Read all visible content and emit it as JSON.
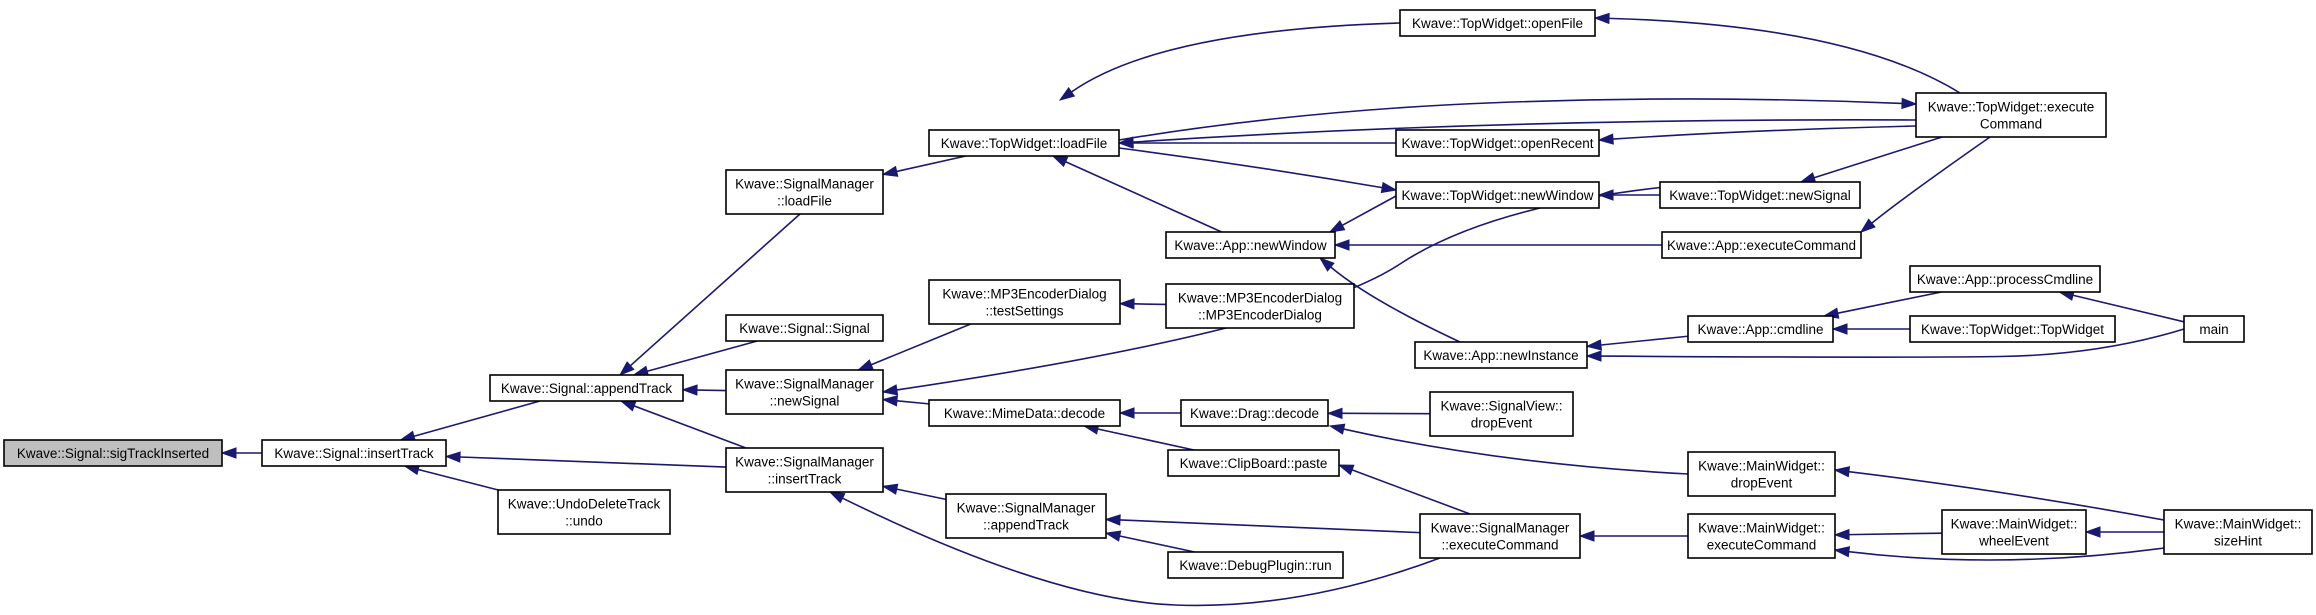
{
  "colors": {
    "edge": "#191970",
    "node_border": "#000000",
    "root_fill": "#bfbfbf",
    "node_fill": "#ffffff",
    "background": "#ffffff"
  },
  "nodes": {
    "sigTrackInserted": {
      "lines": [
        "Kwave::Signal::sigTrackInserted"
      ],
      "root": true
    },
    "insertTrack": {
      "lines": [
        "Kwave::Signal::insertTrack"
      ]
    },
    "appendTrack": {
      "lines": [
        "Kwave::Signal::appendTrack"
      ]
    },
    "undoDeleteTrack": {
      "lines": [
        "Kwave::UndoDeleteTrack",
        "::undo"
      ]
    },
    "smLoadFile": {
      "lines": [
        "Kwave::SignalManager",
        "::loadFile"
      ]
    },
    "signalSignal": {
      "lines": [
        "Kwave::Signal::Signal"
      ]
    },
    "smNewSignal": {
      "lines": [
        "Kwave::SignalManager",
        "::newSignal"
      ]
    },
    "smInsertTrack": {
      "lines": [
        "Kwave::SignalManager",
        "::insertTrack"
      ]
    },
    "twLoadFile": {
      "lines": [
        "Kwave::TopWidget::loadFile"
      ]
    },
    "mp3TestSettings": {
      "lines": [
        "Kwave::MP3EncoderDialog",
        "::testSettings"
      ]
    },
    "mimeDecode": {
      "lines": [
        "Kwave::MimeData::decode"
      ]
    },
    "smAppendTrack": {
      "lines": [
        "Kwave::SignalManager",
        "::appendTrack"
      ]
    },
    "twOpenFile": {
      "lines": [
        "Kwave::TopWidget::openFile"
      ]
    },
    "twOpenRecent": {
      "lines": [
        "Kwave::TopWidget::openRecent"
      ]
    },
    "twNewWindow": {
      "lines": [
        "Kwave::TopWidget::newWindow"
      ]
    },
    "appNewWindow": {
      "lines": [
        "Kwave::App::newWindow"
      ]
    },
    "mp3Ctor": {
      "lines": [
        "Kwave::MP3EncoderDialog",
        "::MP3EncoderDialog"
      ]
    },
    "dragDecode": {
      "lines": [
        "Kwave::Drag::decode"
      ]
    },
    "clipPaste": {
      "lines": [
        "Kwave::ClipBoard::paste"
      ]
    },
    "debugRun": {
      "lines": [
        "Kwave::DebugPlugin::run"
      ]
    },
    "smExecute": {
      "lines": [
        "Kwave::SignalManager",
        "::executeCommand"
      ]
    },
    "appNewInstance": {
      "lines": [
        "Kwave::App::newInstance"
      ]
    },
    "svDropEvent": {
      "lines": [
        "Kwave::SignalView::",
        "dropEvent"
      ]
    },
    "twExecute": {
      "lines": [
        "Kwave::TopWidget::execute",
        "Command"
      ]
    },
    "twNewSignal": {
      "lines": [
        "Kwave::TopWidget::newSignal"
      ]
    },
    "appExecute": {
      "lines": [
        "Kwave::App::executeCommand"
      ]
    },
    "appCmdline": {
      "lines": [
        "Kwave::App::cmdline"
      ]
    },
    "mwDropEvent": {
      "lines": [
        "Kwave::MainWidget::",
        "dropEvent"
      ]
    },
    "mwExecute": {
      "lines": [
        "Kwave::MainWidget::",
        "executeCommand"
      ]
    },
    "appProcessCmdline": {
      "lines": [
        "Kwave::App::processCmdline"
      ]
    },
    "twTopWidget": {
      "lines": [
        "Kwave::TopWidget::TopWidget"
      ]
    },
    "mwWheelEvent": {
      "lines": [
        "Kwave::MainWidget::",
        "wheelEvent"
      ]
    },
    "main": {
      "lines": [
        "main"
      ]
    },
    "mwSizeHint": {
      "lines": [
        "Kwave::MainWidget::",
        "sizeHint"
      ]
    }
  },
  "edges": [
    [
      "insertTrack",
      "sigTrackInserted"
    ],
    [
      "appendTrack",
      "insertTrack"
    ],
    [
      "smInsertTrack",
      "insertTrack"
    ],
    [
      "undoDeleteTrack",
      "insertTrack"
    ],
    [
      "smLoadFile",
      "appendTrack"
    ],
    [
      "signalSignal",
      "appendTrack"
    ],
    [
      "smNewSignal",
      "appendTrack"
    ],
    [
      "smInsertTrack",
      "appendTrack"
    ],
    [
      "twLoadFile",
      "smLoadFile"
    ],
    [
      "twOpenFile",
      "twLoadFile"
    ],
    [
      "twExecute",
      "twLoadFile"
    ],
    [
      "twOpenRecent",
      "twLoadFile"
    ],
    [
      "appNewWindow",
      "twLoadFile"
    ],
    [
      "mp3TestSettings",
      "smNewSignal"
    ],
    [
      "mimeDecode",
      "smNewSignal"
    ],
    [
      "twNewSignal",
      "smNewSignal"
    ],
    [
      "smAppendTrack",
      "smInsertTrack"
    ],
    [
      "smExecute",
      "smInsertTrack"
    ],
    [
      "twExecute",
      "twOpenFile"
    ],
    [
      "twLoadFile",
      "twExecute"
    ],
    [
      "twExecute",
      "twOpenRecent"
    ],
    [
      "twLoadFile",
      "twNewWindow"
    ],
    [
      "twNewSignal",
      "twNewWindow"
    ],
    [
      "twNewWindow",
      "appNewWindow"
    ],
    [
      "appExecute",
      "appNewWindow"
    ],
    [
      "appNewInstance",
      "appNewWindow"
    ],
    [
      "mp3Ctor",
      "mp3TestSettings"
    ],
    [
      "dragDecode",
      "mimeDecode"
    ],
    [
      "clipPaste",
      "mimeDecode"
    ],
    [
      "smExecute",
      "smAppendTrack"
    ],
    [
      "debugRun",
      "smAppendTrack"
    ],
    [
      "svDropEvent",
      "dragDecode"
    ],
    [
      "mwDropEvent",
      "dragDecode"
    ],
    [
      "smExecute",
      "clipPaste"
    ],
    [
      "mwExecute",
      "smExecute"
    ],
    [
      "twExecute",
      "twNewSignal"
    ],
    [
      "twExecute",
      "appExecute"
    ],
    [
      "appCmdline",
      "appNewInstance"
    ],
    [
      "main",
      "appNewInstance"
    ],
    [
      "appProcessCmdline",
      "appCmdline"
    ],
    [
      "twTopWidget",
      "appCmdline"
    ],
    [
      "main",
      "appProcessCmdline"
    ],
    [
      "mwSizeHint",
      "mwDropEvent"
    ],
    [
      "mwWheelEvent",
      "mwExecute"
    ],
    [
      "mwSizeHint",
      "mwExecute"
    ],
    [
      "mwSizeHint",
      "mwWheelEvent"
    ]
  ]
}
